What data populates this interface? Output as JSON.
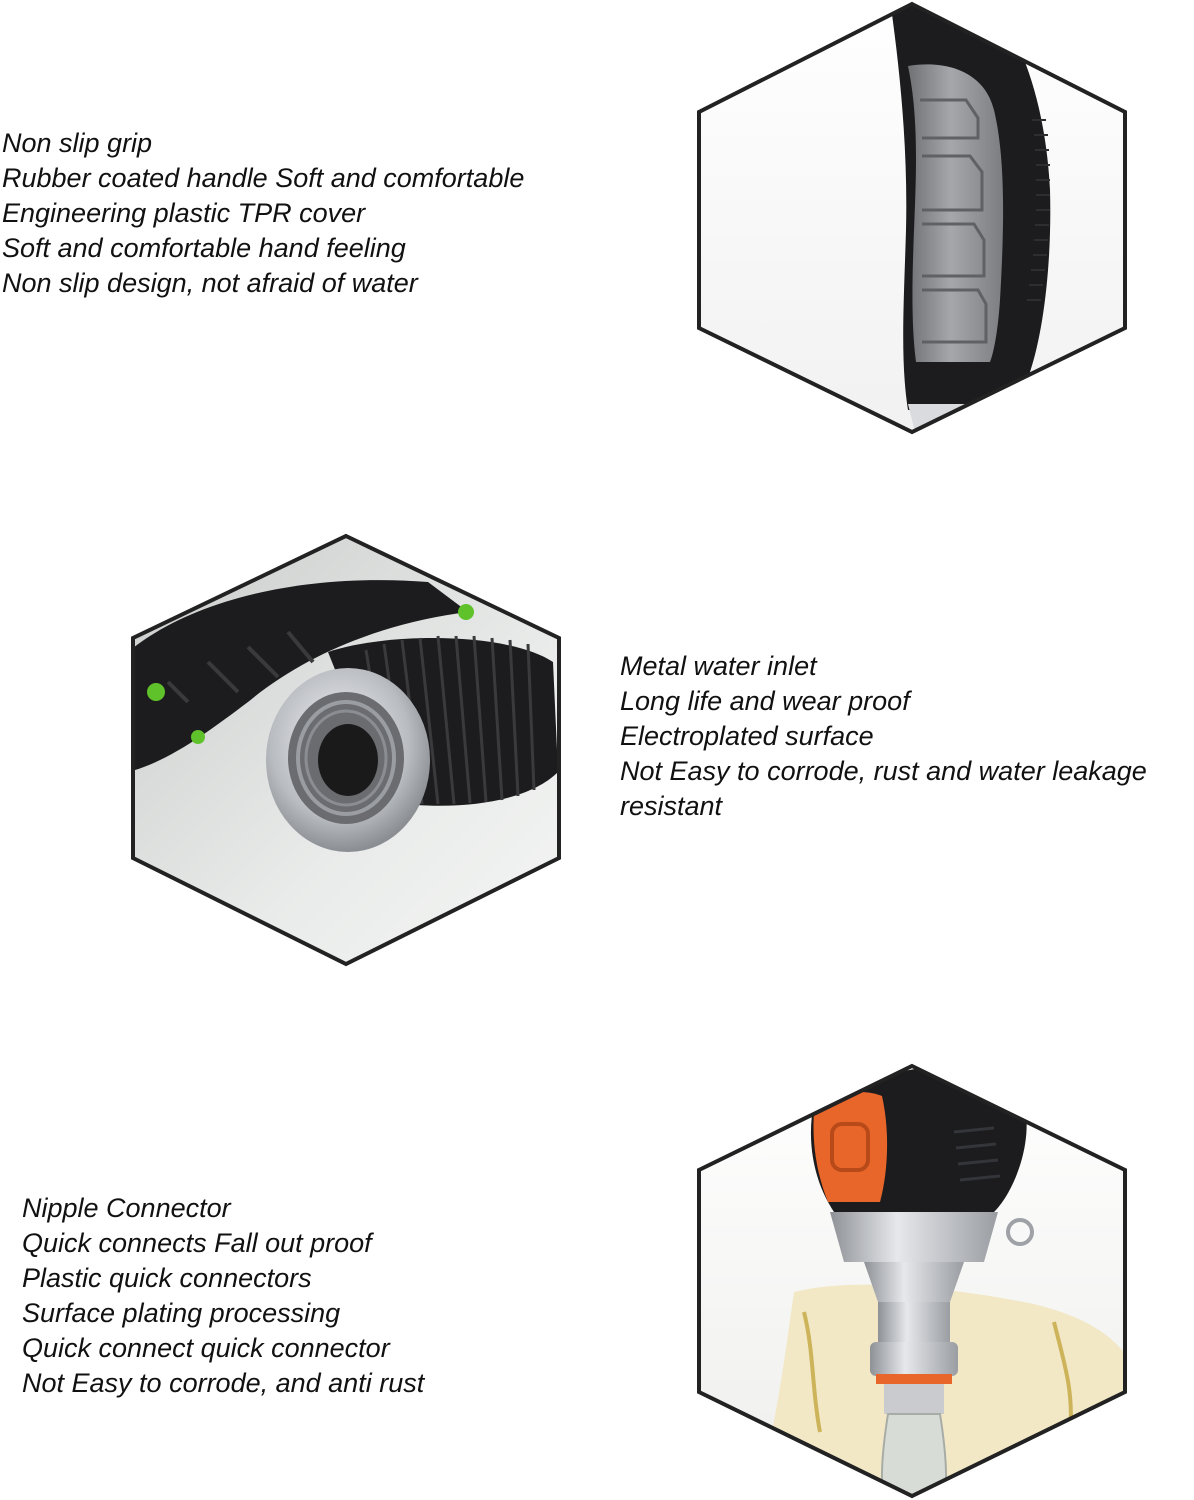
{
  "sections": [
    {
      "id": "grip",
      "image": "handle-grip-photo",
      "lines": [
        "Non slip grip",
        "Rubber coated handle Soft and comfortable",
        "Engineering plastic TPR cover",
        "Soft and comfortable hand feeling",
        "Non slip design, not afraid of water"
      ]
    },
    {
      "id": "inlet",
      "image": "metal-water-inlet-photo",
      "lines": [
        "Metal water inlet",
        "Long life and wear proof",
        "Electroplated surface",
        "Not Easy to corrode, rust and water leakage",
        "resistant"
      ]
    },
    {
      "id": "connector",
      "image": "nipple-connector-photo",
      "lines": [
        "Nipple Connector",
        "Quick connects Fall out proof",
        "Plastic quick connectors",
        "Surface plating processing",
        "Quick connect quick connector",
        "Not Easy to corrode, and anti rust"
      ]
    }
  ],
  "colors": {
    "frame": "#222222",
    "rubber_black": "#1c1c1e",
    "rubber_gray": "#8d8f93",
    "accent_green": "#5fc22b",
    "accent_orange": "#e8662a",
    "metal": "#c9cbcf"
  }
}
